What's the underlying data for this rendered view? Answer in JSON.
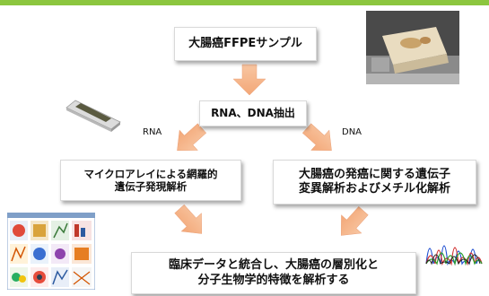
{
  "boxes": {
    "sample": "大腸癌FFPEサンプル",
    "extraction": "RNA、DNA抽出",
    "microarray_line1": "マイクロアレイによる網羅的",
    "microarray_line2": "遺伝子発現解析",
    "mutation_line1": "大腸癌の発癌に関する遺伝子",
    "mutation_line2": "変異解析およびメチル化解析",
    "integration_line1": "臨床データと統合し、大腸癌の層別化と",
    "integration_line2": "分子生物学的特徴を解析する"
  },
  "branch_labels": {
    "rna": "RNA",
    "dna": "DNA"
  },
  "colors": {
    "top_bar": "#8cc63f",
    "arrow_fill": "#f6b88c"
  },
  "icons": {
    "ffpe_block": "ffpe-block-photo-icon",
    "microarray_chip": "microarray-chip-icon",
    "analysis_screenshot": "analysis-software-screenshot-icon",
    "sequencing_chromatogram": "sequencing-chromatogram-icon"
  }
}
